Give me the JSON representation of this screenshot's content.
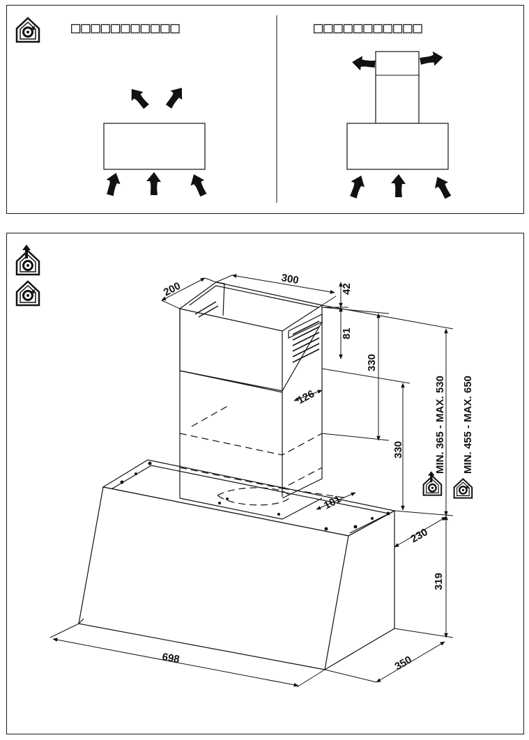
{
  "top_panel": {
    "left_caption": "□□□□□□□□□□□",
    "right_caption": "□□□□□□□□□□□",
    "left_icon": "recirculation-house-icon",
    "right_icon": "recirculation-house-icon"
  },
  "bottom_panel": {
    "icons": [
      "ducted-house-icon",
      "recirculation-house-icon"
    ],
    "dimensions": {
      "chimney_depth": "200",
      "chimney_width": "300",
      "top_gap": "42",
      "vent_offset": "81",
      "upper_section": "330",
      "lower_section": "330",
      "vent_width": "126",
      "outlet_offset": "101",
      "hood_top_depth": "230",
      "hood_height": "319",
      "hood_width": "698",
      "hood_depth": "350"
    },
    "range_ducted": "MIN. 365 - MAX. 530",
    "range_recirc": "MIN. 455 - MAX. 650"
  },
  "colors": {
    "line": "#1a1a1a",
    "background": "#ffffff"
  }
}
